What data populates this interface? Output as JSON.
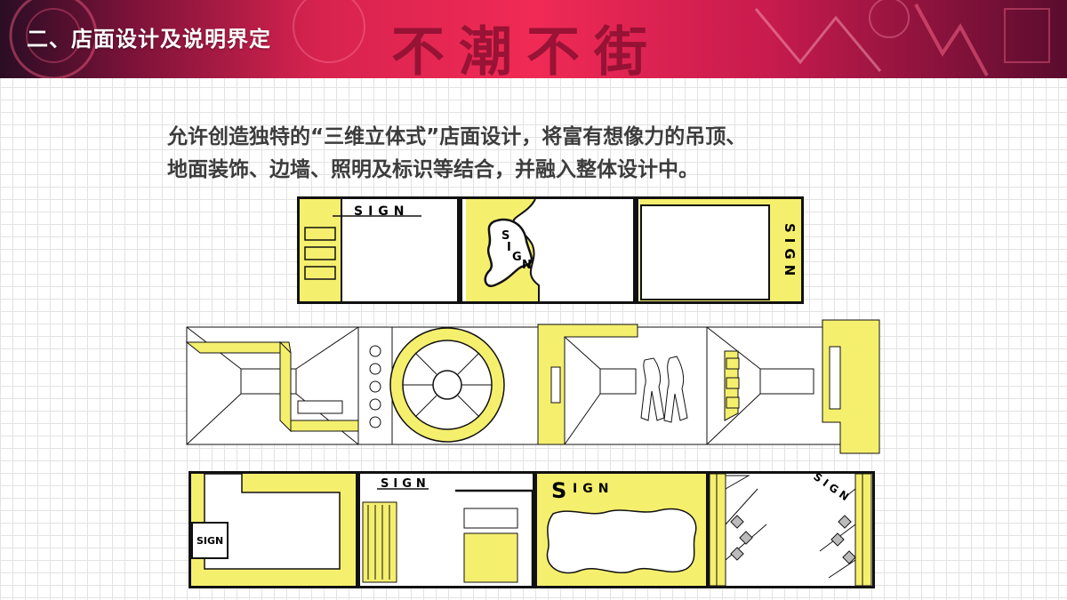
{
  "header": {
    "title": "二、店面设计及说明界定",
    "brand_text": "不潮不街",
    "colors": {
      "banner_left": "#2a0d24",
      "banner_mid": "#f02a55",
      "banner_right": "#5a0c2e"
    }
  },
  "description": {
    "line1": "允许创造独特的“三维立体式”店面设计，将富有想像力的吊顶、",
    "line2": "地面装饰、边墙、照明及标识等结合，并融入整体设计中。"
  },
  "sketches": {
    "colors": {
      "accent": "#f5ef6e",
      "line": "#111111"
    },
    "sign_label": "SIGN",
    "row1_letters": [
      "S",
      "I",
      "G",
      "N"
    ],
    "row3_sign_big": "S",
    "row3_sign_rest": "IGN",
    "row3_diag_sign": "SIGN"
  }
}
